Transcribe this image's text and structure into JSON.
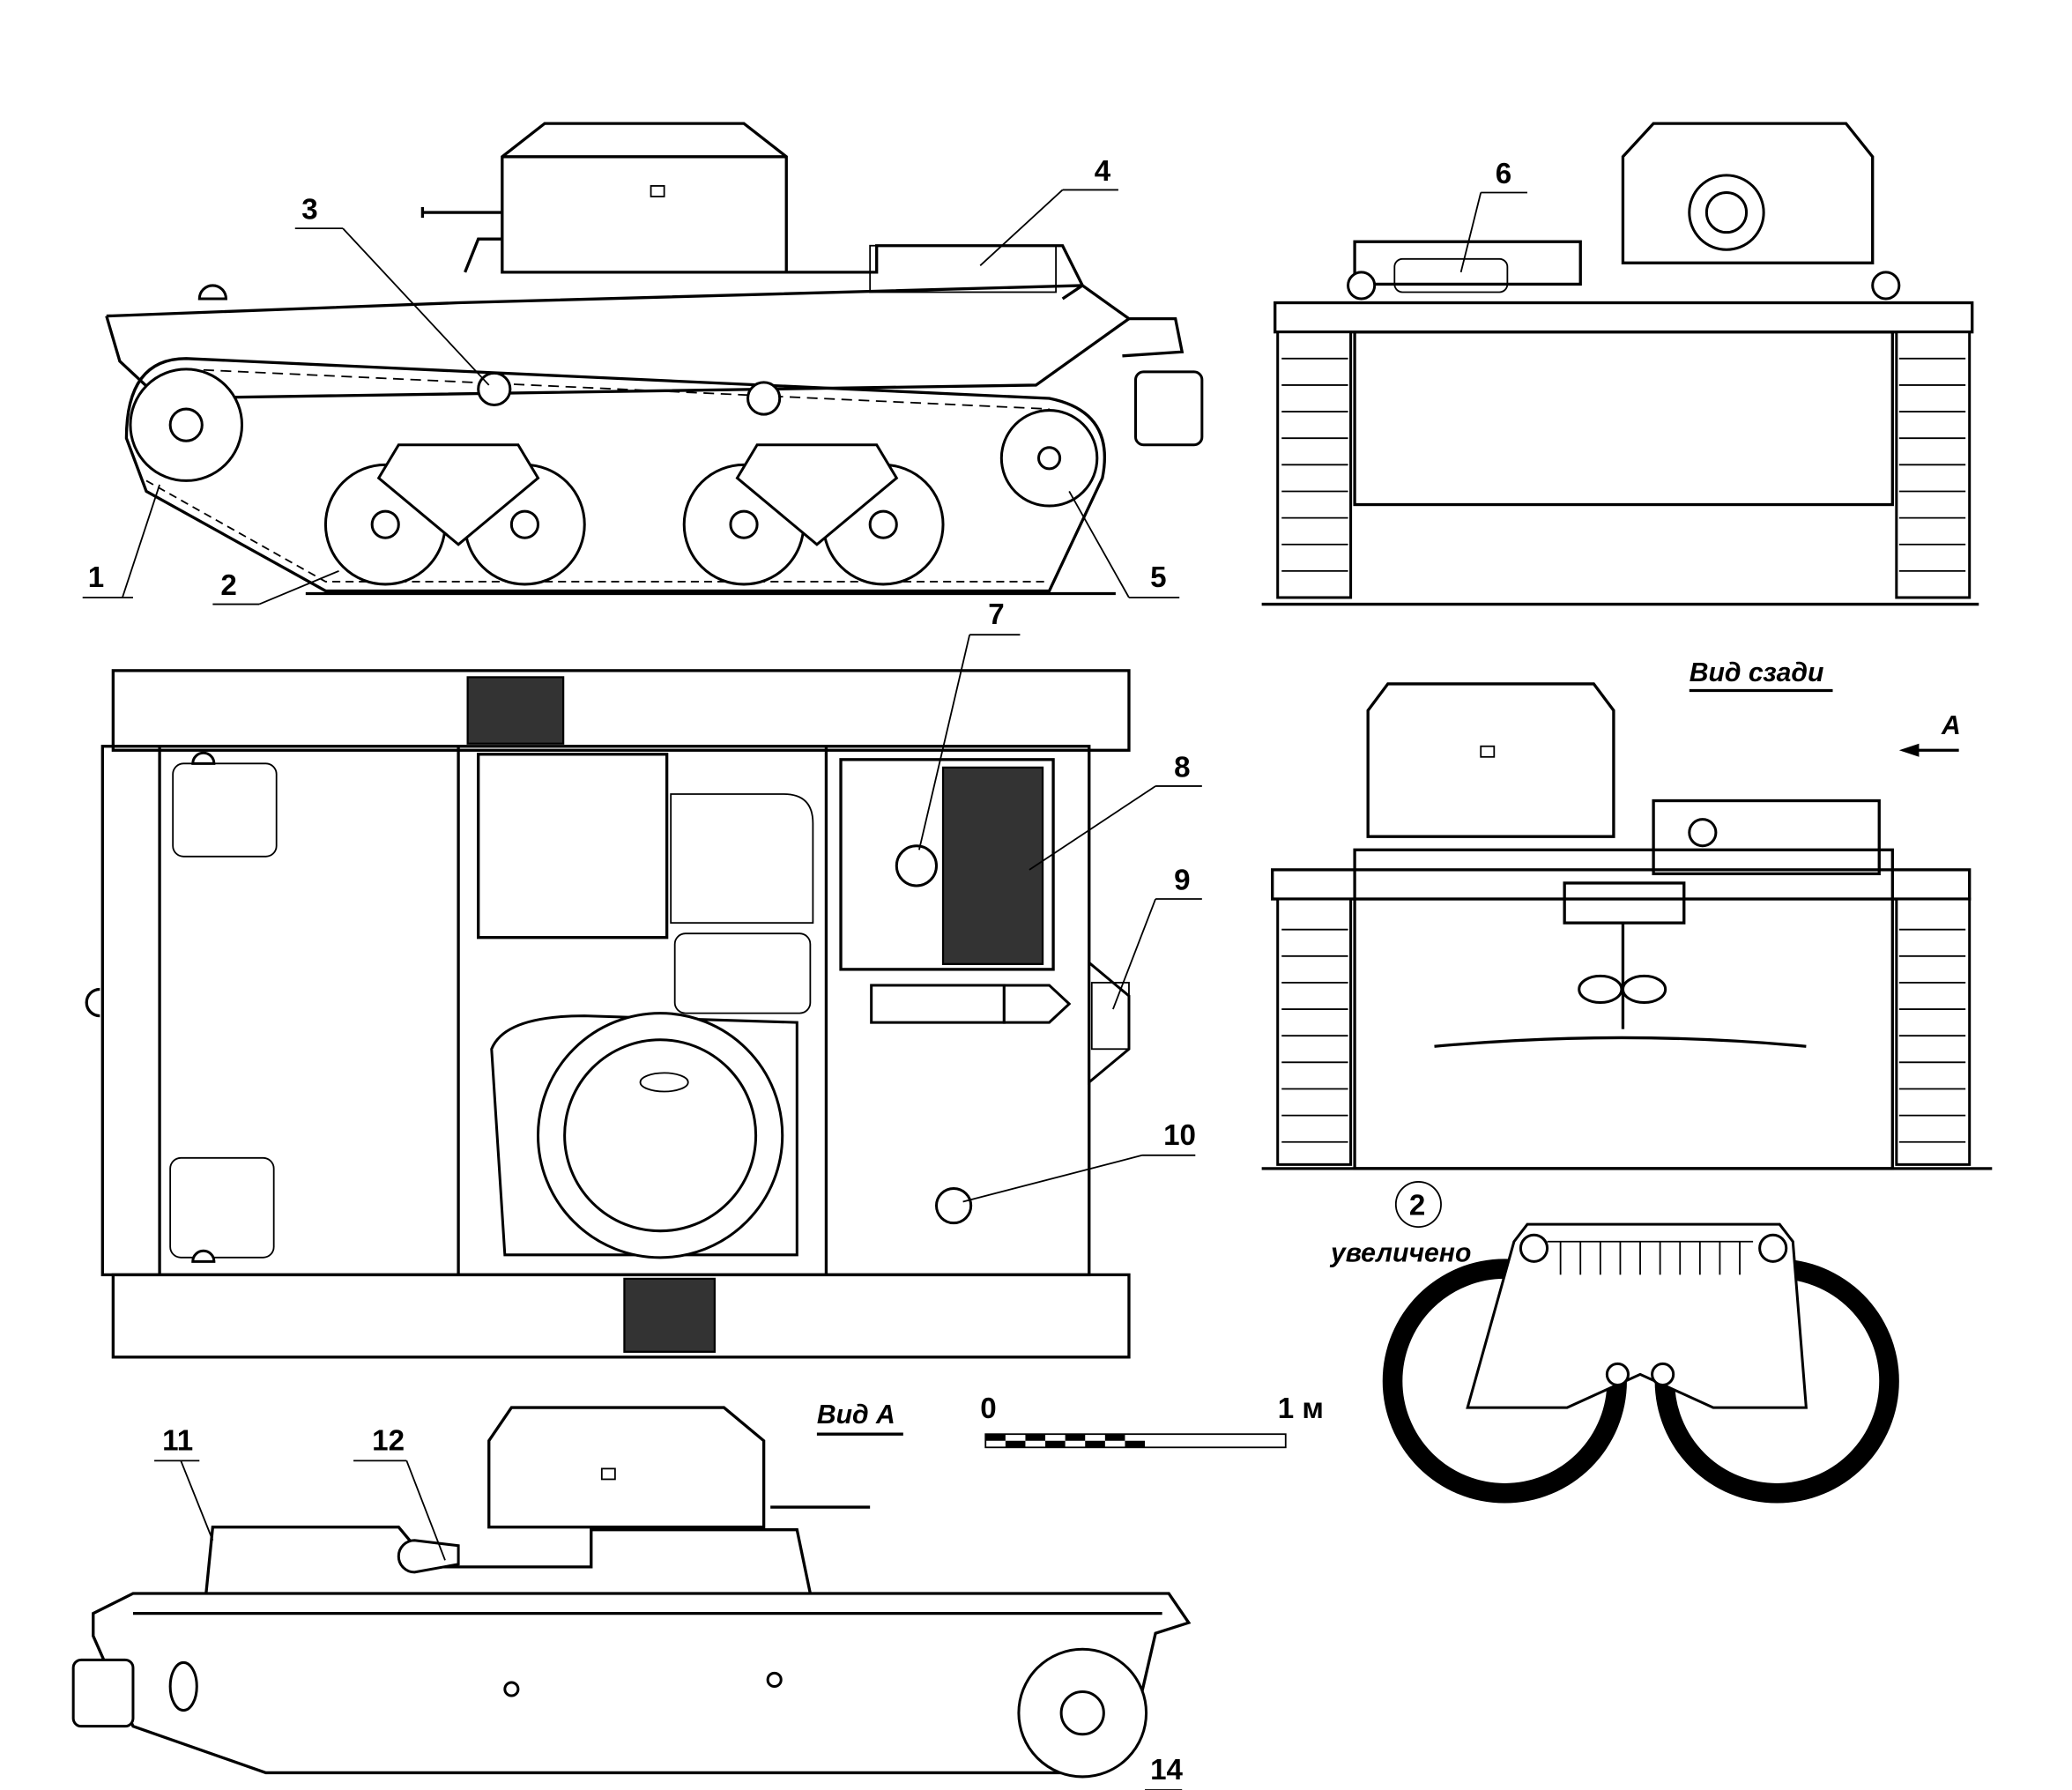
{
  "title": "Amphibious tank drawing — side, front, top, rear views",
  "callouts": {
    "c1": "1",
    "c2": "2",
    "c3": "3",
    "c4": "4",
    "c5": "5",
    "c6": "6",
    "c7": "7",
    "c8": "8",
    "c9": "9",
    "c10": "10",
    "c11": "11",
    "c12": "12",
    "c14": "14"
  },
  "captions": {
    "rear_view": "Вид сзади",
    "view_a_arrow": "А",
    "view_a": "Вид А",
    "detail_number": "2",
    "detail_caption": "увеличено"
  },
  "scale_bar": {
    "start_label": "0",
    "end_label": "1 м"
  }
}
